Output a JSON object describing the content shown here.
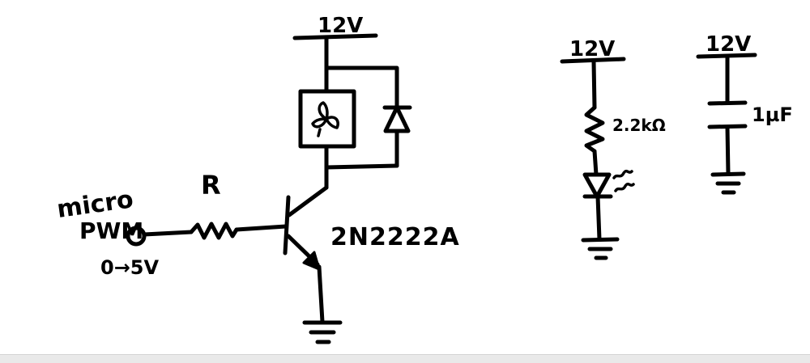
{
  "labels": {
    "input_top": "micro",
    "input_mid": "PWM",
    "input_range": "0→5V",
    "base_resistor": "R",
    "transistor": "2N2222A",
    "supply_main": "12V",
    "supply_led": "12V",
    "supply_cap": "12V",
    "led_resistor": "2.2kΩ",
    "capacitor": "1µF"
  },
  "colors": {
    "ink": "#000000",
    "paper": "#ffffff"
  }
}
